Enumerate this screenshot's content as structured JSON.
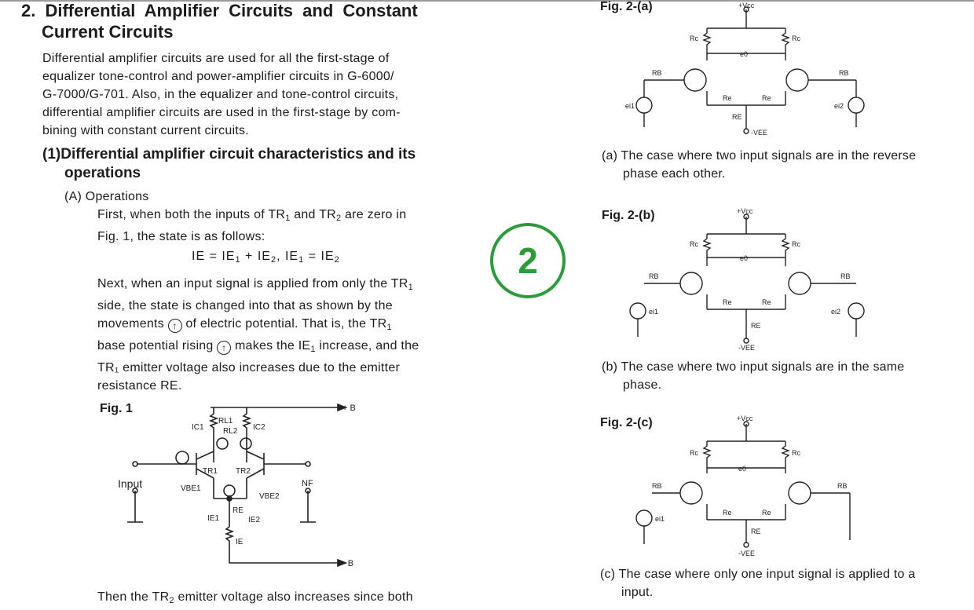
{
  "section": {
    "number_title": "2. Differential Amplifier Circuits and Constant",
    "title_cont": "Current Circuits"
  },
  "intro": [
    "Differential amplifier circuits are used for all the first-stage of",
    "equalizer tone-control and power-amplifier circuits in G-6000/",
    "G-7000/G-701. Also, in the equalizer and tone-control circuits,",
    "differential amplifier circuits are used in the first-stage by com-",
    "bining with constant current circuits."
  ],
  "subsection": {
    "line1": "(1)Differential amplifier circuit characteristics and its",
    "line2": "operations"
  },
  "operations": {
    "label": "(A) Operations",
    "p1_line1_a": "First, when both the inputs of TR",
    "p1_line1_b": " and TR",
    "p1_line1_c": " are zero in",
    "sub1": "1",
    "sub2": "2",
    "p1_line2": "Fig. 1, the state is as follows:",
    "formula_a": "IE = IE",
    "formula_b": " + IE",
    "formula_c": ",   IE",
    "formula_d": " = IE",
    "p2_line1": "Next, when an input signal is applied from only the TR",
    "p2_line2": "side, the state is changed into that as shown by the",
    "p2_line3_a": "movements ",
    "p2_line3_b": " of electric potential. That is, the TR",
    "p2_line4_a": "base potential rising ",
    "p2_line4_b": " makes the IE",
    "p2_line4_c": " increase, and the",
    "p2_line5": "TR₁ emitter voltage also increases due to the emitter",
    "p2_line6": "resistance RE.",
    "tail_a": "Then the TR",
    "tail_b": " emitter voltage also increases since both"
  },
  "badge": {
    "text": "2",
    "color": "#2a9d3a"
  },
  "fig1": {
    "label": "Fig. 1",
    "plus_b": "+ B",
    "minus_b": "- B",
    "ic1": "IC1",
    "rl1": "RL1",
    "rl2": "RL2",
    "ic2": "IC2",
    "tr1": "TR1",
    "tr2": "TR2",
    "input": "Input",
    "vbe1": "VBE1",
    "vbe2": "VBE2",
    "nf": "NF",
    "re": "RE",
    "ie1": "IE1",
    "ie2": "IE2",
    "ie": "IE"
  },
  "fig2": {
    "a_label": "Fig. 2-(a)",
    "b_label": "Fig. 2-(b)",
    "c_label": "Fig. 2-(c)",
    "vcc": "+Vcc",
    "vee": "-VEE",
    "rc": "Rc",
    "rb": "RB",
    "re_small": "Re",
    "re": "RE",
    "eo": "e0",
    "ei1": "ei1",
    "ei2": "ei2",
    "a_caption_1": "(a) The case where two input signals are in the reverse",
    "a_caption_2": "phase each other.",
    "b_caption_1": "(b) The case where two input signals are in the same",
    "b_caption_2": "phase.",
    "c_caption_1": "(c) The case where only one input signal is applied to a",
    "c_caption_2": "input."
  }
}
